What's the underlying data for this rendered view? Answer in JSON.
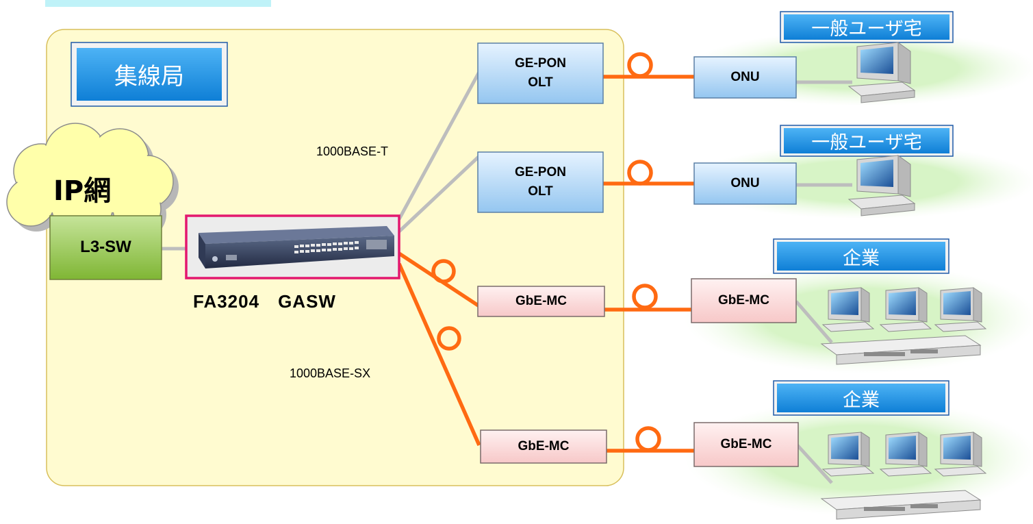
{
  "concentrator_label": "集線局",
  "ip_network_label": "IP網",
  "l3_switch_label": "L3-SW",
  "main_switch_label": "FA3204　GASW",
  "link_copper_label": "1000BASE-T",
  "link_fiber_label": "1000BASE-SX",
  "olt_1": {
    "line1": "GE-PON",
    "line2": "OLT"
  },
  "olt_2": {
    "line1": "GE-PON",
    "line2": "OLT"
  },
  "mc_local_1": "GbE-MC",
  "mc_local_2": "GbE-MC",
  "onu_1": "ONU",
  "onu_2": "ONU",
  "mc_remote_1": "GbE-MC",
  "mc_remote_2": "GbE-MC",
  "site_home_1": "一般ユーザ宅",
  "site_home_2": "一般ユーザ宅",
  "site_corp_1": "企業",
  "site_corp_2": "企業",
  "colors": {
    "concentrator_fill": "#fffbd0",
    "concentrator_border": "#d8bf5a",
    "banner_blue": "#1e96e6",
    "olt_fill": "#a9d3f5",
    "mc_fill": "#ffdada",
    "l3_fill": "#9ccc52",
    "cloud_fill": "#ffffaa",
    "fiber": "#ff6a12",
    "copper": "#bdbdbd",
    "switch_frame": "#e3186e",
    "site_ellipse": "#cff0b7"
  }
}
